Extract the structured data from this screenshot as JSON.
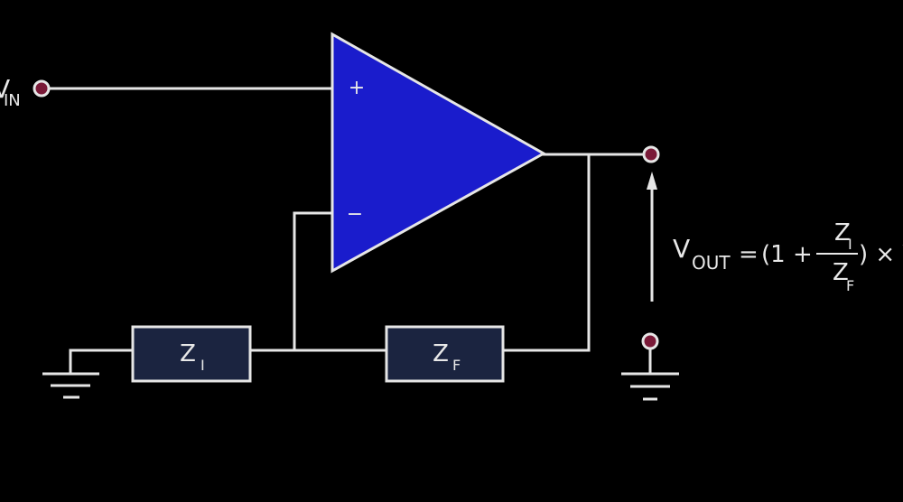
{
  "diagram": {
    "title": "Non-inverting op-amp amplifier",
    "colors": {
      "background": "#000000",
      "wire": "#e6e6e6",
      "opamp_fill": "#1a1ccc",
      "impedance_fill": "#1b2440",
      "terminal_fill": "#7a1a38"
    },
    "input_label": {
      "main": "V",
      "sub": "IN"
    },
    "opamp": {
      "plus": "+",
      "minus": "−"
    },
    "zi": {
      "main": "Z",
      "sub": "I"
    },
    "zf": {
      "main": "Z",
      "sub": "F"
    },
    "formula": {
      "lhs_main": "V",
      "lhs_sub": "OUT",
      "equals": "=",
      "open": "(1 +",
      "num_main": "Z",
      "num_sub": "I",
      "den_main": "Z",
      "den_sub": "F",
      "close": ") × V"
    }
  }
}
